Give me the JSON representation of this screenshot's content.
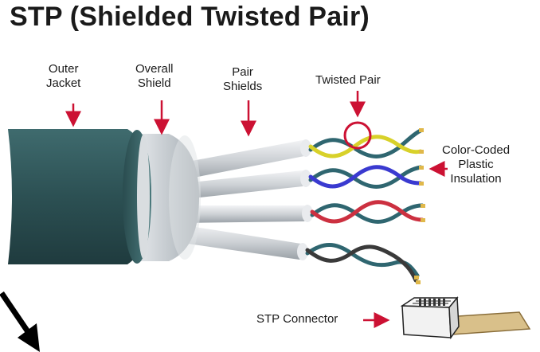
{
  "title": "STP (Shielded Twisted Pair)",
  "labels": {
    "outer_jacket": [
      "Outer",
      "Jacket"
    ],
    "overall_shield": [
      "Overall",
      "Shield"
    ],
    "pair_shields": [
      "Pair",
      "Shields"
    ],
    "twisted_pair": "Twisted Pair",
    "insulation": [
      "Color-Coded",
      "Plastic",
      "Insulation"
    ],
    "connector": "STP Connector"
  },
  "colors": {
    "jacket": "#2f5558",
    "shield": "#d4d8dc",
    "arrow": "#cc1133",
    "pair1": "#d8d12a",
    "pair2": "#3a3ad0",
    "pair3": "#cc3040",
    "pair4": "#3a3a3a",
    "partner": "#2f6670",
    "connector_body": "#f2f2f2",
    "connector_boot": "#d9c08a"
  }
}
